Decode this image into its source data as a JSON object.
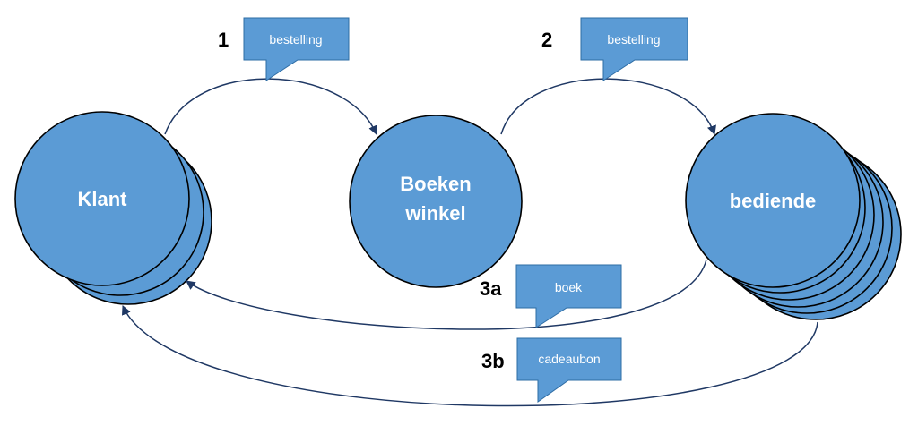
{
  "nodes": {
    "klant": {
      "label": "Klant"
    },
    "winkel": {
      "label_line1": "Boeken",
      "label_line2": "winkel"
    },
    "bediende": {
      "label": "bediende"
    }
  },
  "steps": {
    "step1": {
      "number": "1",
      "message": "bestelling"
    },
    "step2": {
      "number": "2",
      "message": "bestelling"
    },
    "step3a": {
      "number": "3a",
      "message": "boek"
    },
    "step3b": {
      "number": "3b",
      "message": "cadeaubon"
    }
  },
  "colors": {
    "node_fill": "#5b9bd5",
    "edge": "#1f3864",
    "callout_fill": "#5b9bd5"
  }
}
